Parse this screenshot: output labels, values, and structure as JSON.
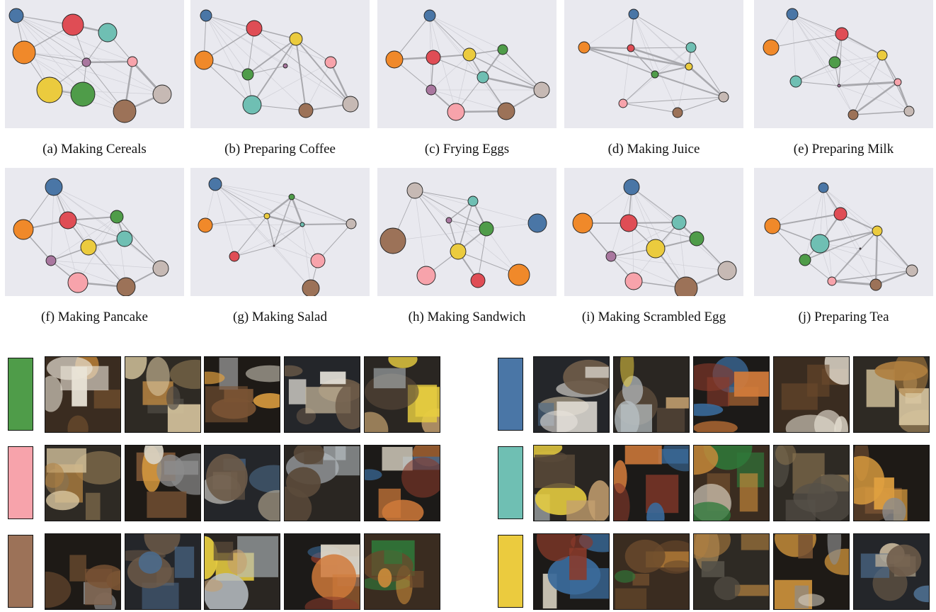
{
  "colors": {
    "blue": "#4a76a6",
    "red": "#df4d55",
    "teal": "#6fbfb3",
    "orange": "#f0892a",
    "purple": "#a9779f",
    "pink": "#f7a3ab",
    "yellow": "#ebcb3e",
    "green": "#4f9c49",
    "brown": "#9c7258",
    "gray": "#c6b9b4",
    "panel_bg": "#e9e9ef"
  },
  "graphs": [
    {
      "caption": "(a) Making Cereals"
    },
    {
      "caption": "(b) Preparing Coffee"
    },
    {
      "caption": "(c) Frying Eggs"
    },
    {
      "caption": "(d) Making Juice"
    },
    {
      "caption": "(e) Preparing Milk"
    },
    {
      "caption": "(f) Making Pancake"
    },
    {
      "caption": "(g) Making Salad"
    },
    {
      "caption": "(h) Making Sandwich"
    },
    {
      "caption": "(i) Making Scrambled Egg"
    },
    {
      "caption": "(j) Preparing Tea"
    }
  ],
  "clusters": [
    {
      "color": "green"
    },
    {
      "color": "pink"
    },
    {
      "color": "brown"
    },
    {
      "color": "blue"
    },
    {
      "color": "teal"
    },
    {
      "color": "yellow"
    }
  ],
  "thumbnails": {
    "palettes": [
      [
        "#3a2c20",
        "#6a4a2c",
        "#c98a3a",
        "#e9e3d6",
        "#2f7a3a"
      ],
      [
        "#2e2a24",
        "#8a7350",
        "#d9c7a0",
        "#555048",
        "#b08040"
      ],
      [
        "#1e1a16",
        "#7a5434",
        "#e0a040",
        "#d8d2c4",
        "#8c8c8c"
      ],
      [
        "#24262a",
        "#6c5a48",
        "#c8b89c",
        "#e8e4dc",
        "#4c6a8a"
      ],
      [
        "#2a2622",
        "#5a4a3a",
        "#c4a070",
        "#b8c0c4",
        "#e6cc40"
      ],
      [
        "#1c1a18",
        "#8a3a2a",
        "#d07a3a",
        "#e4dccc",
        "#3a6a9a"
      ]
    ]
  }
}
